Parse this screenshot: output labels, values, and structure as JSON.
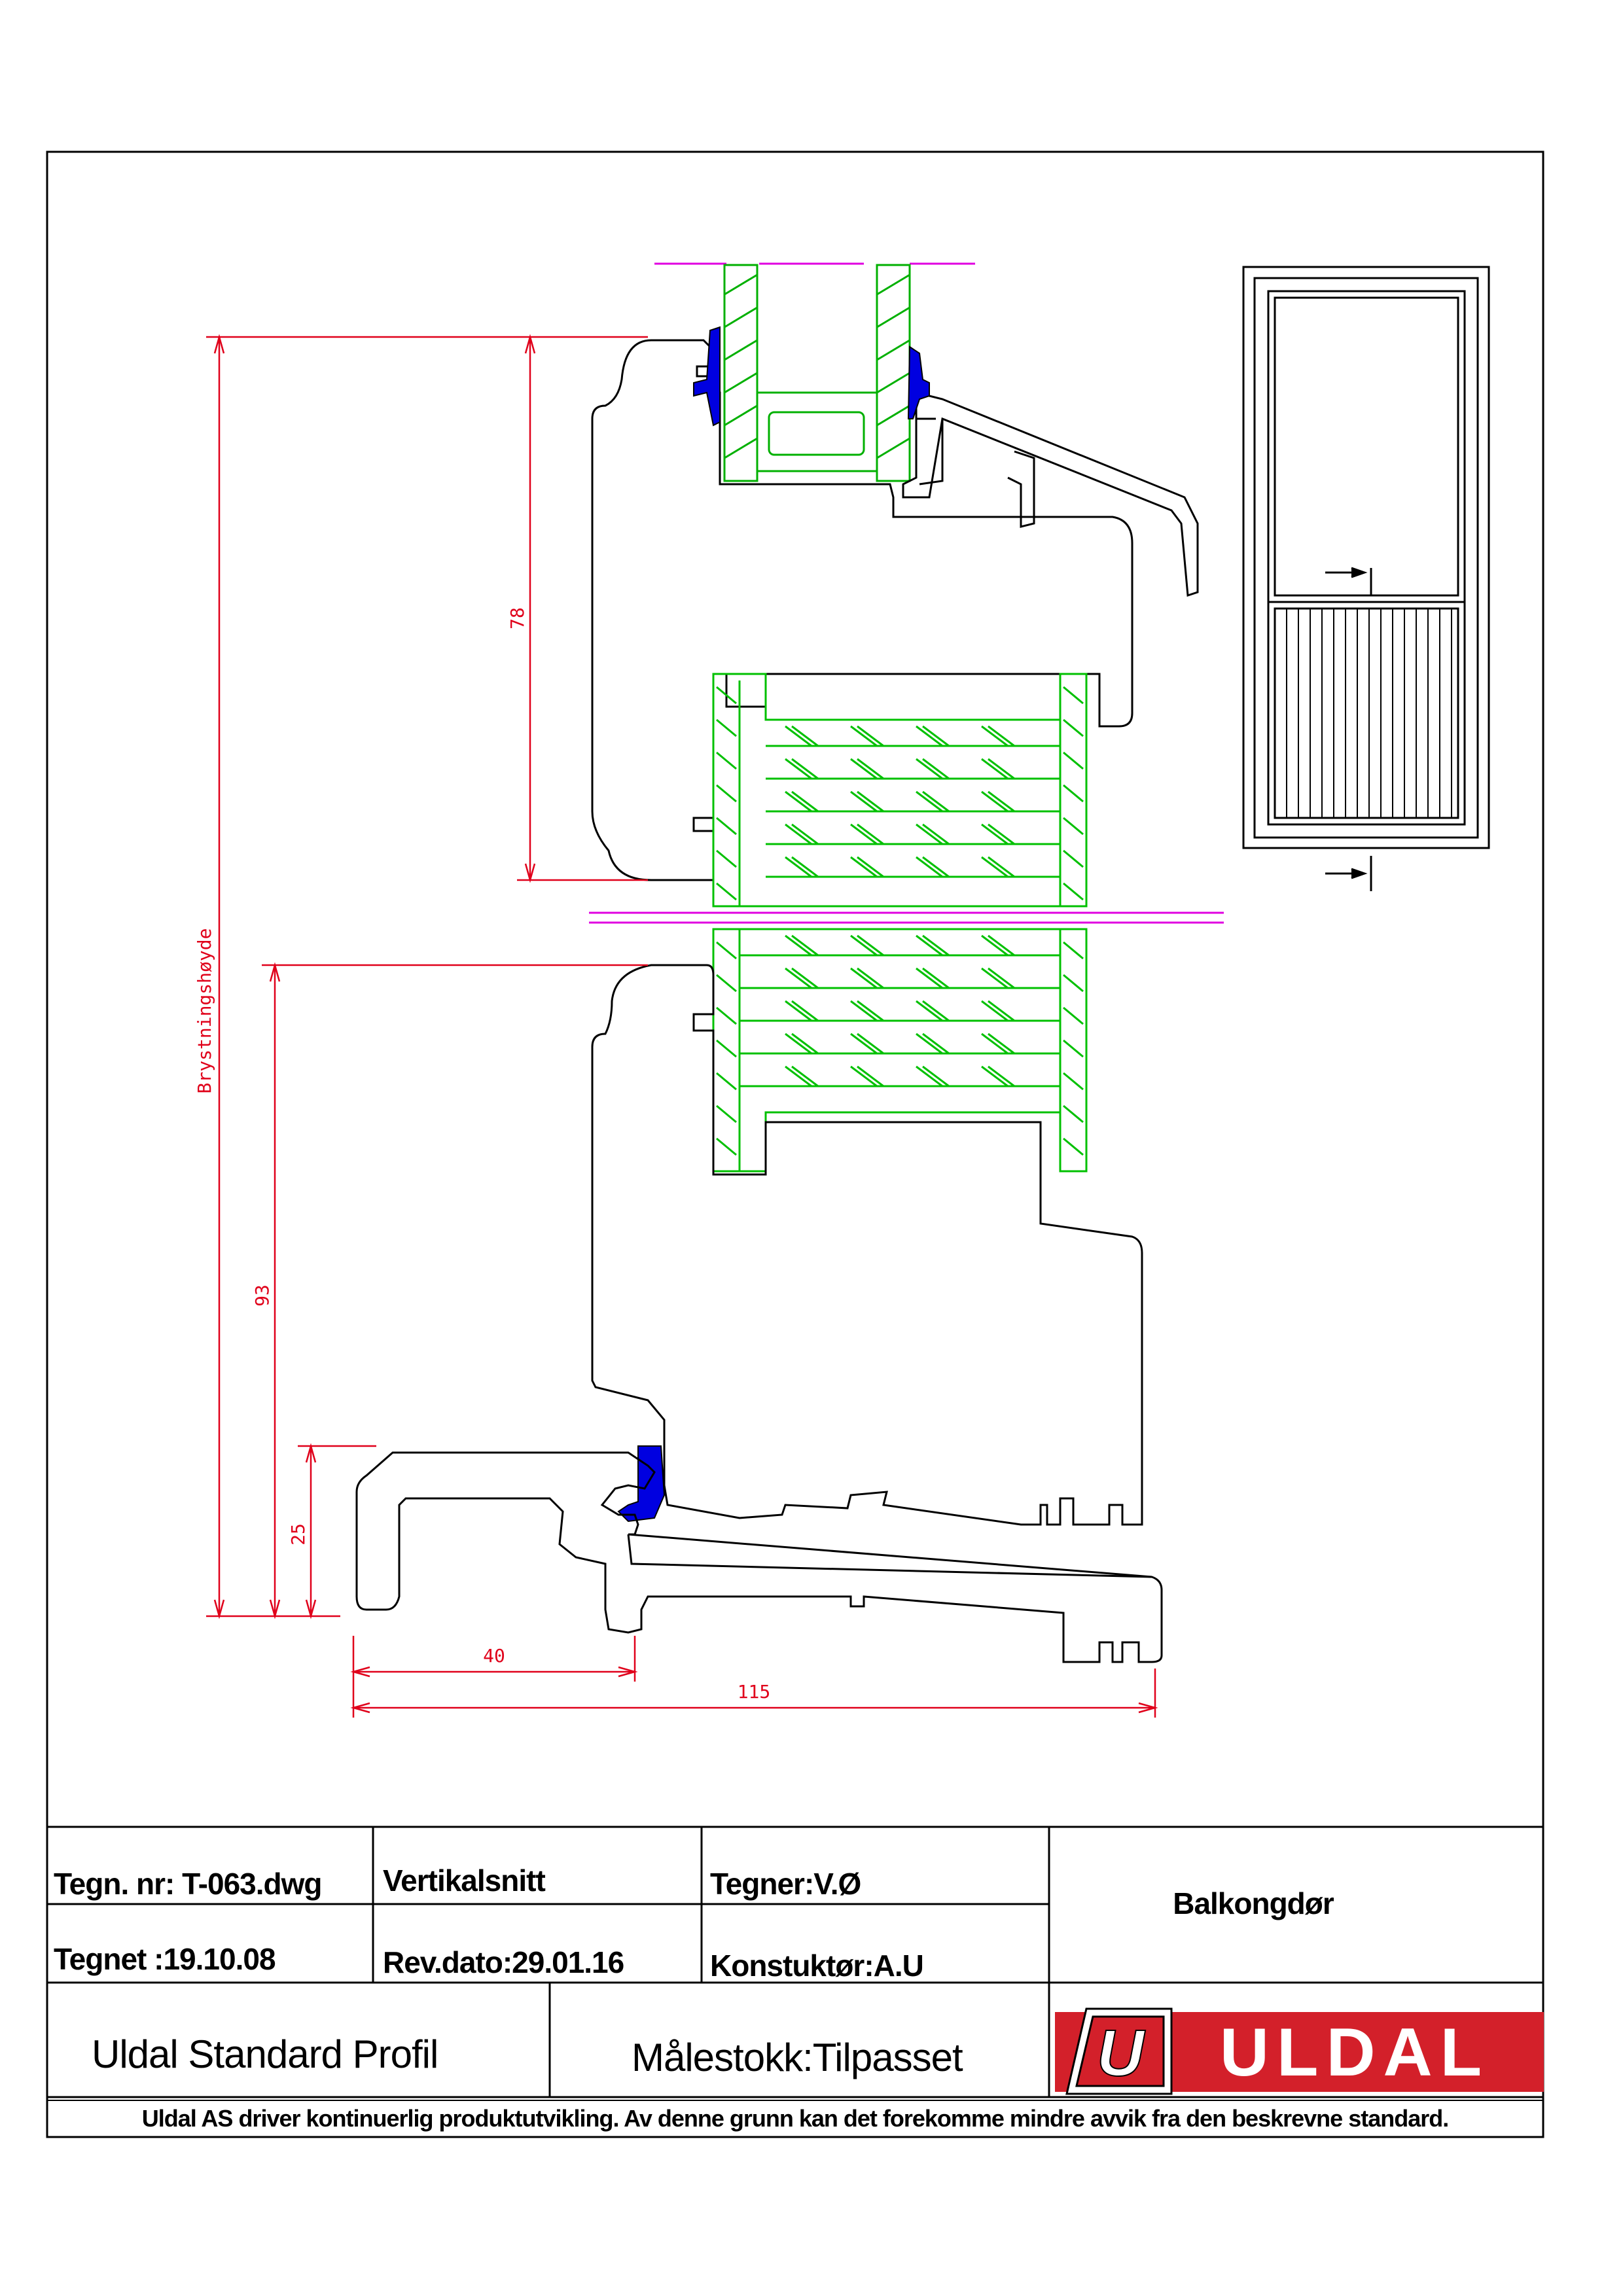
{
  "dimensions": {
    "upper_height": "78",
    "lower_height": "93",
    "sill_height": "25",
    "width_small": "40",
    "width_total": "115",
    "overall_label": "Brystningshøyde"
  },
  "title_block": {
    "drawing_no": "Tegn. nr: T-063.dwg",
    "section": "Vertikalsnitt",
    "drafter": "Tegner:V.Ø",
    "drawn_date": "Tegnet :19.10.08",
    "rev_date": "Rev.dato:29.01.16",
    "constructor": "Konstuktør:A.U",
    "product": "Balkongdør",
    "profile": "Uldal Standard Profil",
    "scale": "Målestokk:Tilpasset",
    "disclaimer": "Uldal AS driver kontinuerlig produktutvikling. Av denne grunn kan det forekomme mindre avvik fra den beskrevne standard."
  },
  "logo": {
    "mark_letter": "U",
    "wordmark": "ULDAL",
    "brand_color": "#d3202a"
  },
  "colors": {
    "dimension": "#e0001a",
    "glass_panel": "#00c000",
    "gasket": "#0000e0",
    "centerline": "#e000e0",
    "profile": "#000000"
  }
}
